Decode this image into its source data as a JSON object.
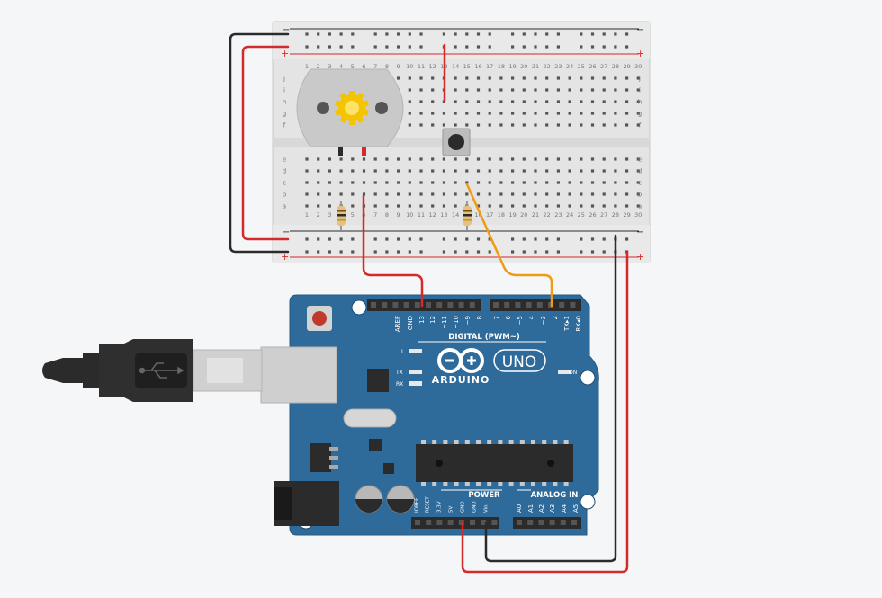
{
  "breadboard": {
    "row_letters_top": [
      "j",
      "i",
      "h",
      "g",
      "f"
    ],
    "row_letters_bottom": [
      "e",
      "d",
      "c",
      "b",
      "a"
    ],
    "column_numbers": [
      "1",
      "2",
      "3",
      "4",
      "5",
      "6",
      "7",
      "8",
      "9",
      "10",
      "11",
      "12",
      "13",
      "14",
      "15",
      "16",
      "17",
      "18",
      "19",
      "20",
      "21",
      "22",
      "23",
      "24",
      "25",
      "26",
      "27",
      "28",
      "29",
      "30"
    ],
    "rail_plus": "+",
    "rail_minus": "−"
  },
  "arduino": {
    "logo_text": "ARDUINO",
    "model": "UNO",
    "digital_header_label": "DIGITAL (PWM~)",
    "digital_pins": [
      "AREF",
      "GND",
      "13",
      "12",
      "~11",
      "~10",
      "~9",
      "8",
      "7",
      "~6",
      "~5",
      "4",
      "~3",
      "2",
      "TX▸1",
      "RX◂0"
    ],
    "power_label": "POWER",
    "power_pins": [
      "IOREF",
      "RESET",
      "3.3V",
      "5V",
      "GND",
      "GND",
      "Vin"
    ],
    "analog_label": "ANALOG IN",
    "analog_pins": [
      "A0",
      "A1",
      "A2",
      "A3",
      "A4",
      "A5"
    ],
    "led_labels": [
      "L",
      "TX",
      "RX",
      "ON"
    ]
  },
  "colors": {
    "board_blue": "#2e6a9a",
    "wire_red": "#d42a2a",
    "wire_black": "#2b2b2b",
    "wire_orange": "#f09a16",
    "breadboard": "#e6e6e6"
  }
}
